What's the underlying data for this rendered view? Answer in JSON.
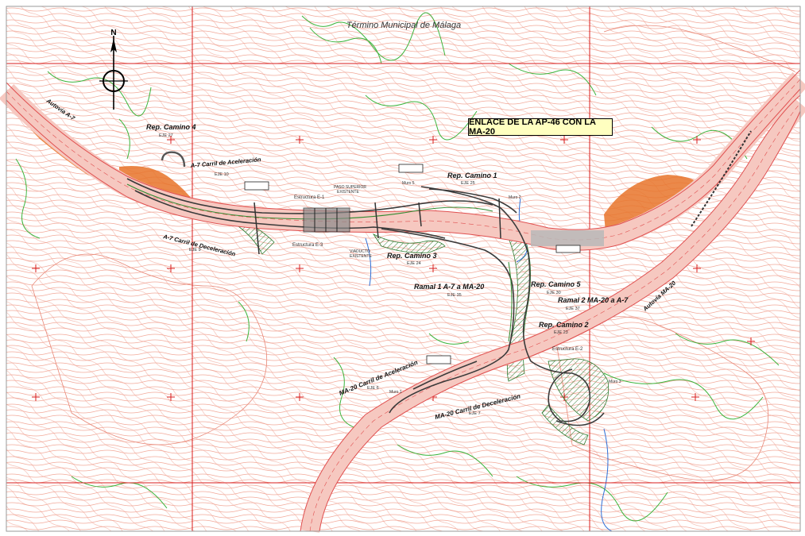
{
  "map": {
    "municipality": "Término Municipal de Málaga",
    "title": "ENLACE DE LA AP-46 CON LA MA-20",
    "north": "N",
    "colors": {
      "contour": "#f0a090",
      "vegetation": "#3cb43c",
      "grid": "#d81e1e",
      "slope": "#e8742a",
      "road_fill": "#f6c8c0",
      "embankment": "#3a8a3a",
      "water": "#2f6fd6"
    },
    "labels": {
      "rep_camino_4": "Rep. Camino 4",
      "eje_27": "EJE 27",
      "a7_carril_aceleracion": "A-7 Carril de Aceleración",
      "eje_10": "EJE 10",
      "a7_carril_deceleracion": "A-7 Carril de Deceleración",
      "eje_9": "EJE 9",
      "autovia_a7": "Autovía A-7",
      "rep_camino_1": "Rep. Camino 1",
      "eje_25": "EJE 25",
      "rep_camino_3": "Rep. Camino 3",
      "eje_24": "EJE 24",
      "ramal_1": "Ramal 1 A-7 a MA-20",
      "eje_35": "EJE 35",
      "rep_camino_5": "Rep. Camino 5",
      "eje_30": "EJE 30",
      "ramal_2": "Ramal 2 MA-20 a A-7",
      "eje_37": "EJE 37",
      "rep_camino_2": "Rep. Camino 2",
      "eje_23": "EJE 23",
      "ma20_carril_aceleracion": "MA-20 Carril de Aceleración",
      "eje_6": "EJE 6",
      "ma20_carril_deceleracion": "MA-20 Carril de Deceleración",
      "eje_7": "EJE 7",
      "autovia_ma20": "Autovía MA-20",
      "estructura_e1": "Estructura E-1",
      "estructura_e3": "Estructura E-3",
      "estructura_e2": "Estructura E-2",
      "paso_superior": "PASO SUPERIOR",
      "existente": "EXISTENTE",
      "viaducto": "VIADUCTO",
      "viaducto_existente": "EXISTENTE",
      "muro_1": "Muro 1",
      "muro_2": "Muro 2",
      "muro_3": "Muro 3",
      "muro_5": "Muro 5"
    }
  }
}
